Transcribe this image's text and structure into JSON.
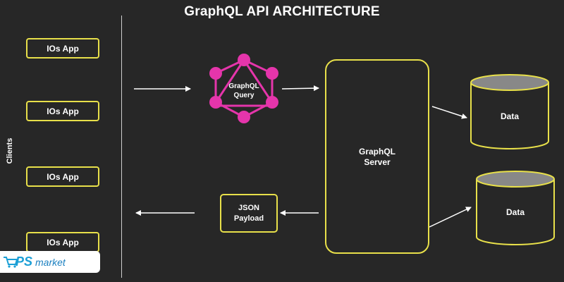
{
  "title": "GraphQL API ARCHITECTURE",
  "clients": {
    "label": "Clients",
    "apps": [
      "IOs App",
      "IOs App",
      "IOs App",
      "IOs App"
    ]
  },
  "graphql_query": {
    "label_line1": "GraphQL",
    "label_line2": "Query"
  },
  "server": {
    "label_line1": "GraphQL",
    "label_line2": "Server"
  },
  "json_payload": {
    "label_line1": "JSON",
    "label_line2": "Payload"
  },
  "databases": [
    "Data",
    "Data"
  ],
  "watermark": {
    "brand_ps": "PS",
    "brand_market": "market",
    "icon": "cart-icon"
  },
  "colors": {
    "background": "#272727",
    "box_border": "#e8e04a",
    "graphql_logo": "#e535ab",
    "text": "#ffffff",
    "cylinder_top": "#888888"
  }
}
